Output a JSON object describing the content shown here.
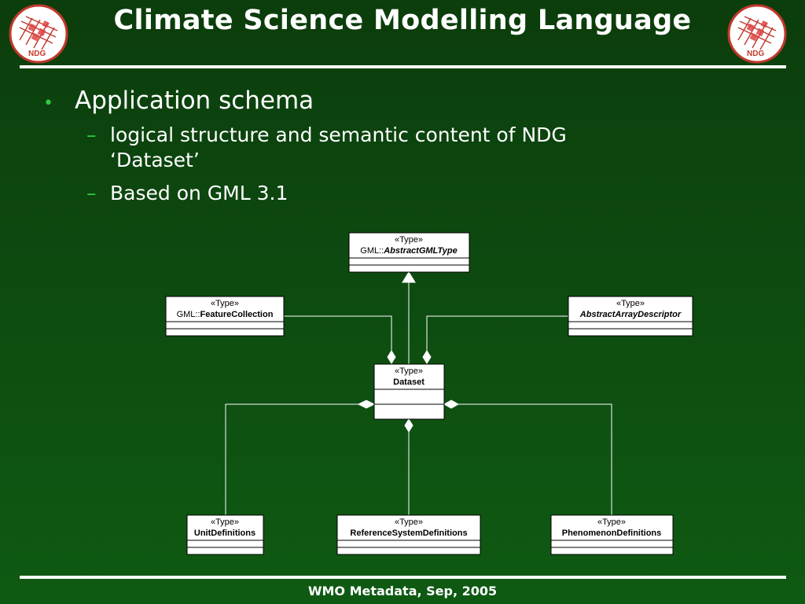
{
  "slide": {
    "title": "Climate Science Modelling Language",
    "logo_text": "NDG",
    "footer": "WMO Metadata, Sep, 2005",
    "accent_color": "#2ecc40",
    "background_color": "#0d4a10"
  },
  "bullets": {
    "level1": "Application schema",
    "level2": [
      "logical structure and semantic content of NDG ‘Dataset’",
      "Based on GML 3.1"
    ]
  },
  "diagram": {
    "stereotype": "«Type»",
    "classes": {
      "abstract_gml_type": {
        "prefix": "GML::",
        "name": "AbstractGMLType"
      },
      "feature_collection": {
        "prefix": "GML::",
        "name": "FeatureCollection"
      },
      "abstract_array_descriptor": {
        "prefix": "",
        "name": "AbstractArrayDescriptor"
      },
      "dataset": {
        "prefix": "",
        "name": "Dataset"
      },
      "unit_definitions": {
        "prefix": "",
        "name": "UnitDefinitions"
      },
      "reference_system_definitions": {
        "prefix": "",
        "name": "ReferenceSystemDefinitions"
      },
      "phenomenon_definitions": {
        "prefix": "",
        "name": "PhenomenonDefinitions"
      }
    }
  }
}
